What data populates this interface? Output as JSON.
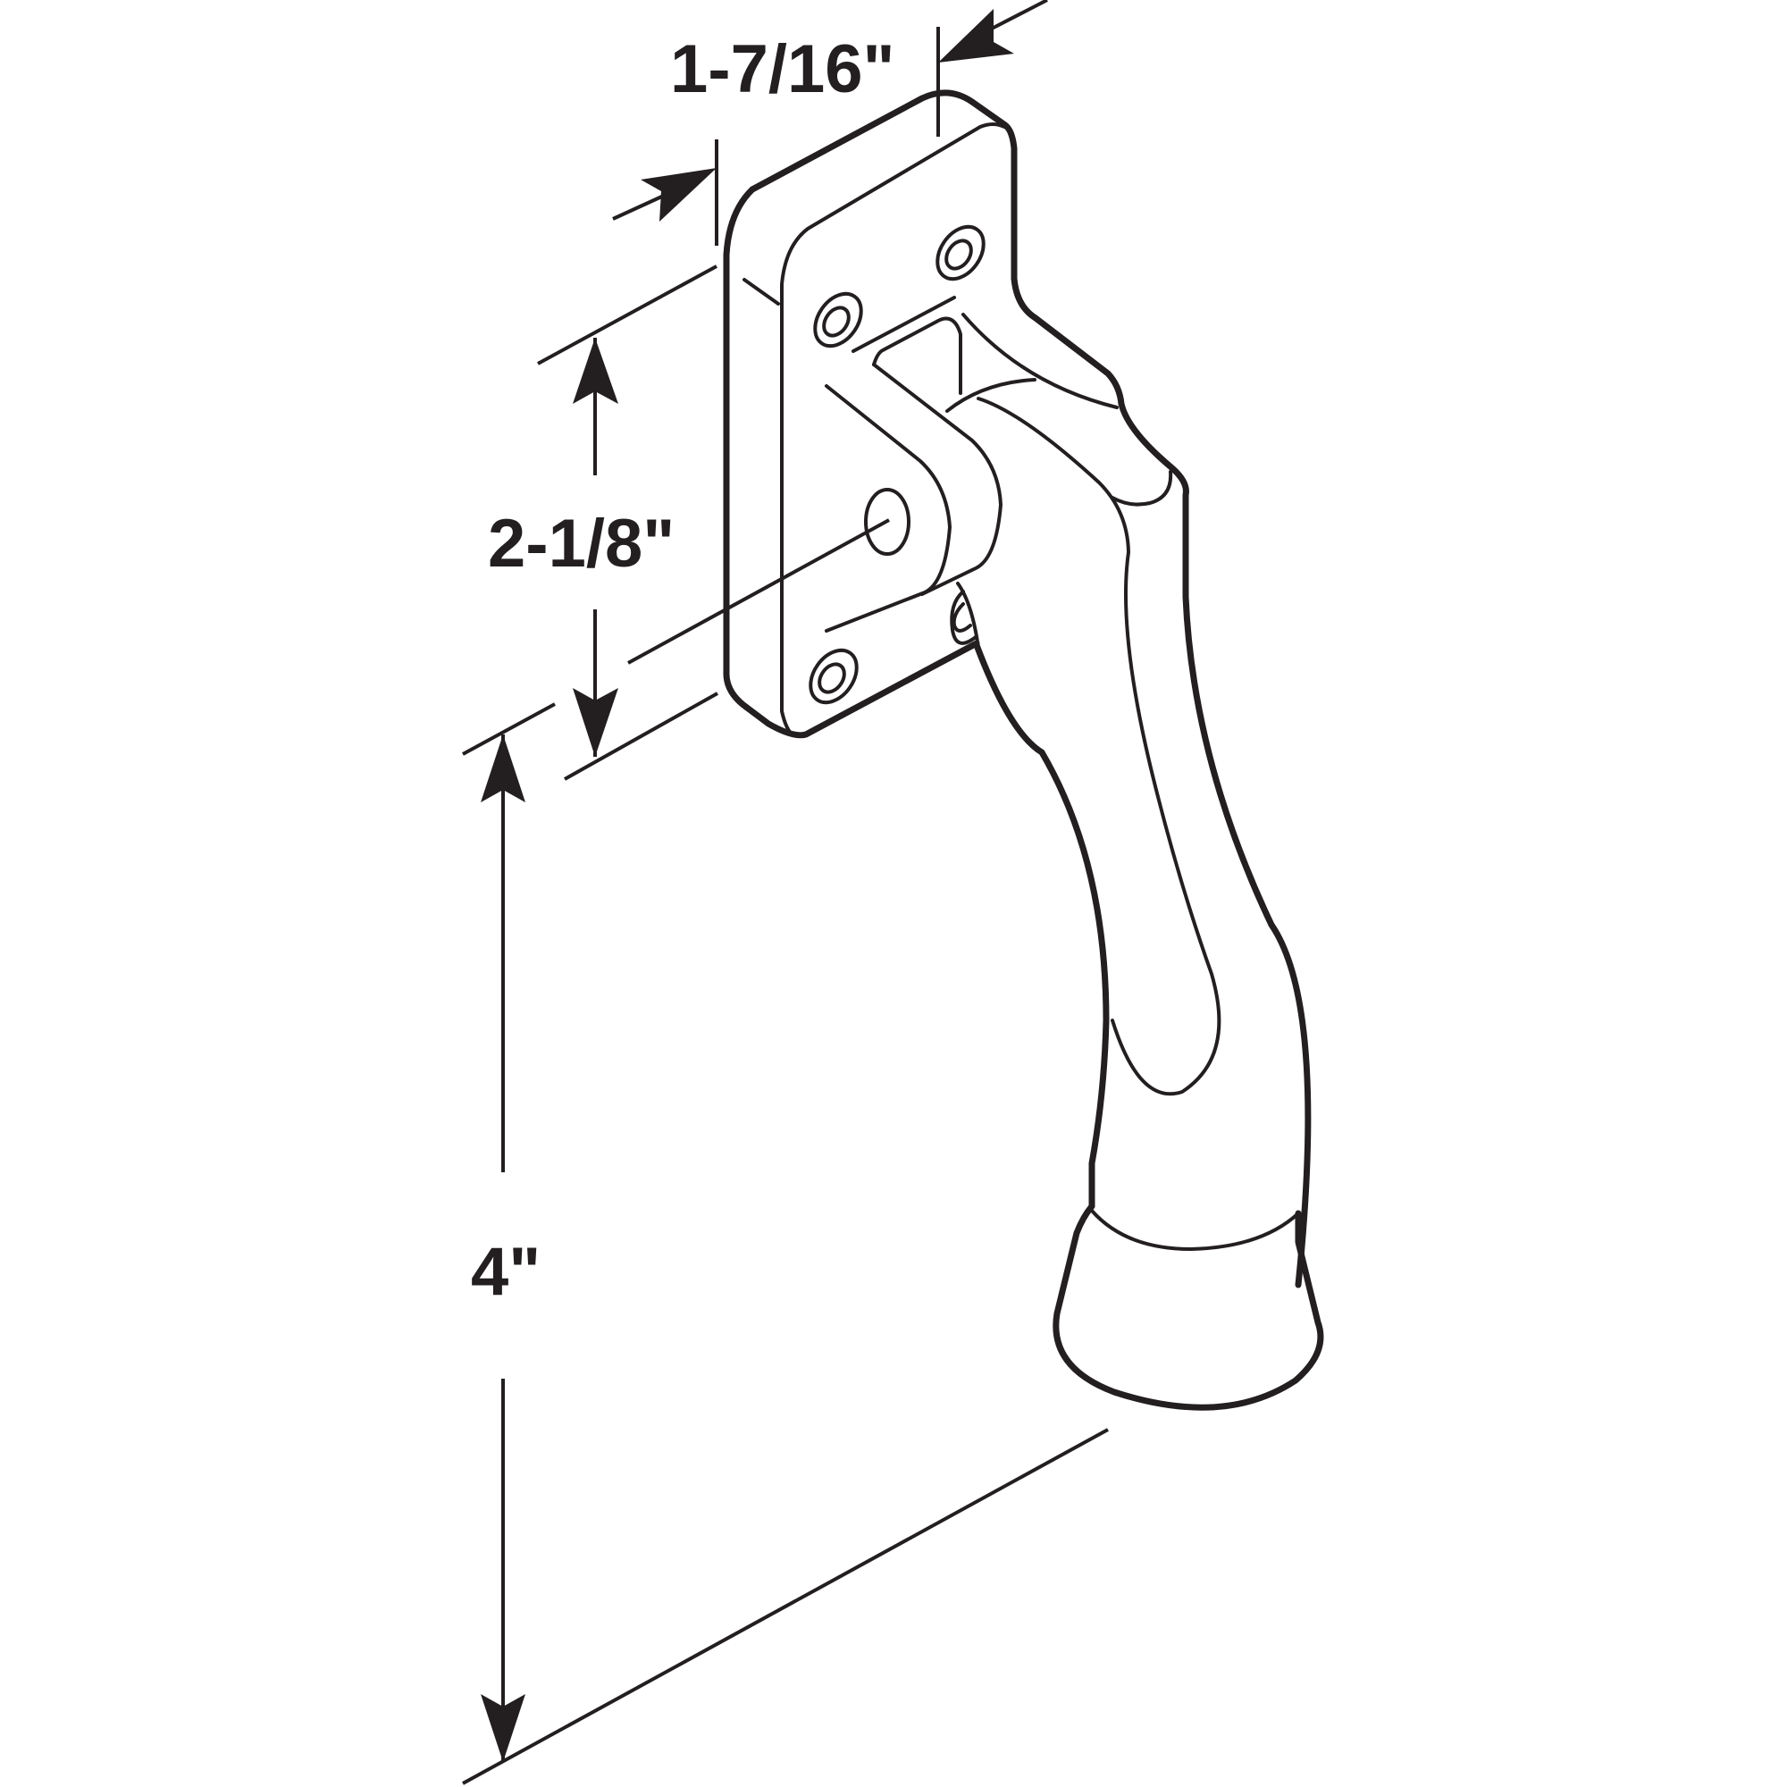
{
  "dimensions": {
    "depth": "1-7/16\"",
    "hole_spacing": "2-1/8\"",
    "length": "4\""
  },
  "line_color": "#231f20",
  "background": "#ffffff"
}
